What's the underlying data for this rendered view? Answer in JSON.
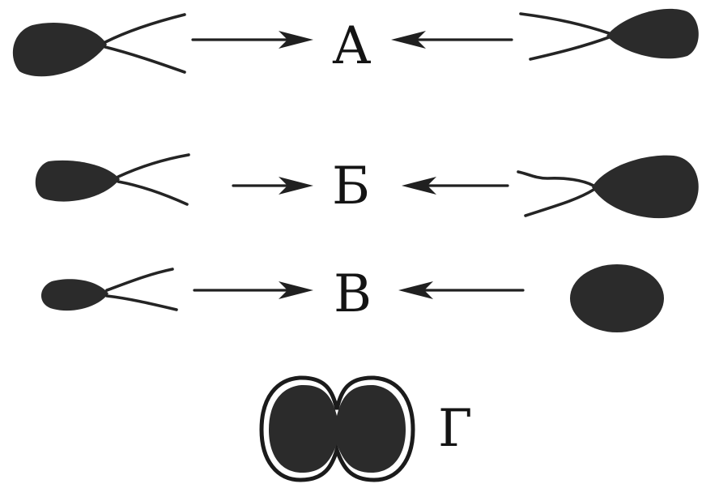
{
  "rows": [
    {
      "label": "А"
    },
    {
      "label": "Б"
    },
    {
      "label": "В"
    }
  ],
  "zygote": {
    "label": "Г"
  }
}
